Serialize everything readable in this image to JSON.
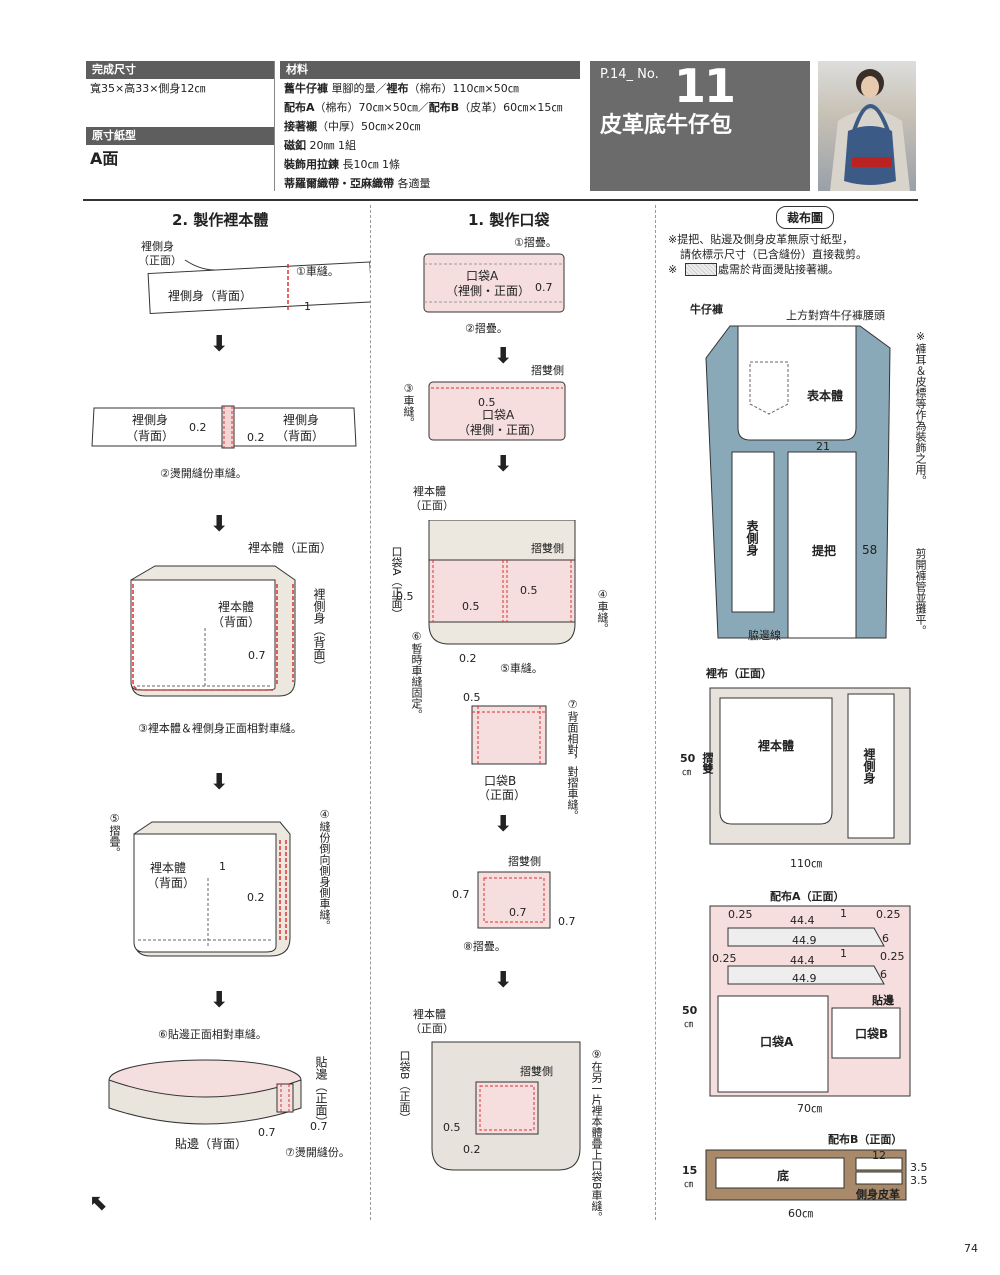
{
  "header": {
    "size_label": "完成尺寸",
    "size_value": "寬35×高33×側身12㎝",
    "pattern_label": "原寸紙型",
    "pattern_value": "A面",
    "materials_label": "材料",
    "materials": [
      {
        "bold": "舊牛仔褲",
        "text": " 單腳的量／"
      },
      {
        "bold": "配布A",
        "text": "（棉布）70㎝×50㎝／"
      },
      {
        "bold": "接著襯",
        "text": "（中厚）50㎝×20㎝"
      },
      {
        "bold": "磁釦",
        "text": " 20㎜ 1組"
      },
      {
        "bold": "裝飾用拉鍊",
        "text": " 長10㎝ 1條"
      },
      {
        "bold": "蒂羅爾織帶・亞麻織帶",
        "text": " 各適量"
      }
    ],
    "materials_extra1": {
      "bold": "裡布",
      "text": "（棉布）110㎝×50㎝"
    },
    "materials_extra2": {
      "bold": "配布B",
      "text": "（皮革）60㎝×15㎝"
    },
    "title_ref": "P.14_ No.",
    "title_number": "11",
    "title_name": "皮革底牛仔包"
  },
  "sections": {
    "step2_title": "2. 製作裡本體",
    "step1_title": "1. 製作口袋",
    "cutting_title": "裁布圖"
  },
  "step2": {
    "a_label_top": "裡側身",
    "a_label_top2": "（正面）",
    "a_label_back": "裡側身（背面）",
    "a_step": "①車縫。",
    "a_num": "1",
    "b_left": "裡側身",
    "b_left2": "（背面）",
    "b_right": "裡側身",
    "b_right2": "（背面）",
    "b_n1": "0.2",
    "b_n2": "0.2",
    "b_step": "②燙開縫份車縫。",
    "c_top": "裡本體（正面）",
    "c_center": "裡本體",
    "c_center2": "（背面）",
    "c_side": "裡側身（背面）",
    "c_num": "0.7",
    "c_step": "③裡本體＆裡側身正面相對車縫。",
    "d_step5": "⑤摺疊。",
    "d_center": "裡本體",
    "d_center2": "（背面）",
    "d_n1": "1",
    "d_n2": "0.2",
    "d_step4": "④縫份倒向側身側車縫。",
    "e_step6": "⑥貼邊正面相對車縫。",
    "e_side": "貼邊（正面）",
    "e_bottom": "貼邊（背面）",
    "e_n1": "0.7",
    "e_n2": "0.7",
    "e_step7": "⑦燙開縫份。"
  },
  "step1": {
    "a_fold1": "①摺疊。",
    "a_center": "口袋A",
    "a_center2": "（裡側・正面）",
    "a_num": "0.7",
    "a_fold2": "②摺疊。",
    "b_fold": "摺雙側",
    "b_step3": "③車縫。",
    "b_num": "0.5",
    "b_center": "口袋A",
    "b_center2": "（裡側・正面）",
    "c_top": "裡本體",
    "c_top2": "（正面）",
    "c_fold": "摺雙側",
    "c_side": "口袋A（正面）",
    "c_n1": "0.5",
    "c_n2": "0.5",
    "c_n3": "0.5",
    "c_n4": "0.2",
    "c_step4": "④車縫。",
    "c_step5": "⑤車縫。",
    "c_step6": "⑥暫時車縫固定。",
    "d_num": "0.5",
    "d_center": "口袋B",
    "d_center2": "（正面）",
    "d_step7": "⑦背面相對，對摺車縫。",
    "e_fold": "摺雙側",
    "e_n1": "0.7",
    "e_n2": "0.7",
    "e_n3": "0.7",
    "e_step8": "⑧摺疊。",
    "f_top": "裡本體",
    "f_top2": "（正面）",
    "f_fold": "摺雙側",
    "f_side": "口袋B（正面）",
    "f_n1": "0.5",
    "f_n2": "0.2",
    "f_step9": "⑨在另一片裡本體疊上口袋B車縫。"
  },
  "cutting": {
    "note1": "※提把、貼邊及側身皮革無原寸紙型，",
    "note1b": "請依標示尺寸（已含縫份）直接裁剪。",
    "note2": "※",
    "note2b": "處需於背面燙貼接著襯。",
    "jeans_label": "牛仔褲",
    "jeans_top": "上方對齊牛仔褲腰頭",
    "jeans_body": "表本體",
    "jeans_side": "表側身",
    "jeans_handle": "提把",
    "jeans_edge": "脇邊線",
    "jeans_w": "21",
    "jeans_h": "58",
    "jeans_note1": "※褲耳＆皮標等作為裝飾之用。",
    "jeans_note2": "剪開褲管並攤平。",
    "lining_title": "裡布（正面）",
    "lining_body": "裡本體",
    "lining_side": "裡側身",
    "lining_fold": "摺雙",
    "lining_h": "50",
    "lining_h_unit": "㎝",
    "lining_w": "110㎝",
    "a_title": "配布A（正面）",
    "a_rows": [
      "0.25",
      "44.4",
      "1",
      "0.25",
      "44.9",
      "6",
      "0.25",
      "44.4",
      "1",
      "0.25",
      "44.9",
      "6"
    ],
    "a_facing": "貼邊",
    "a_pocketA": "口袋A",
    "a_pocketB": "口袋B",
    "a_h": "50",
    "a_h_unit": "㎝",
    "a_w": "70㎝",
    "b_title": "配布B（正面）",
    "b_bottom": "底",
    "b_12": "12",
    "b_35a": "3.5",
    "b_35b": "3.5",
    "b_side": "側身皮革",
    "b_h": "15",
    "b_h_unit": "㎝",
    "b_w": "60㎝"
  },
  "page_number": "74"
}
